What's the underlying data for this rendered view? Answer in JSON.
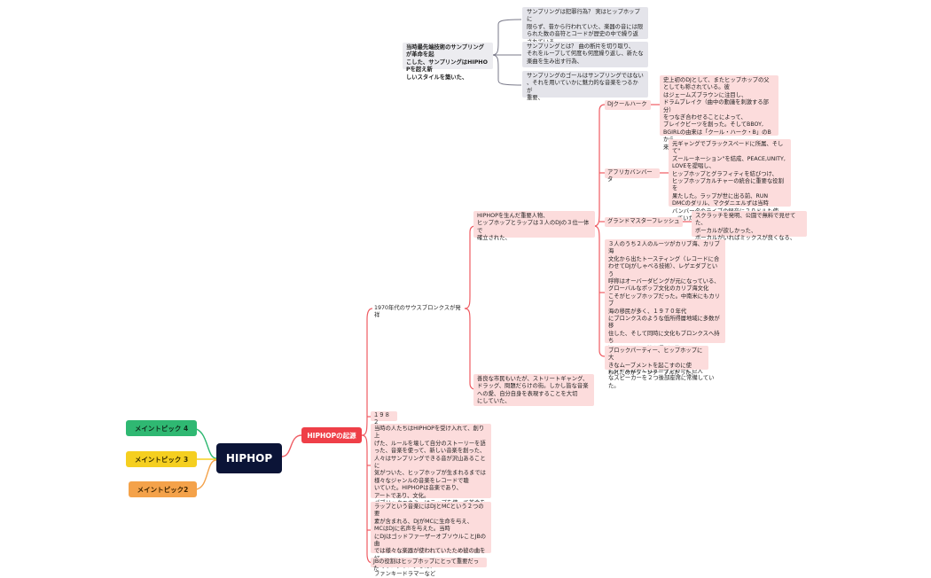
{
  "root": {
    "label": "HIPHOP"
  },
  "left_topics": [
    "メイントピック 4",
    "メイントピック 3",
    "メイントピック2"
  ],
  "main_topic": {
    "label": "HIPHOPの起源"
  },
  "nodes": {
    "sampling_main": "当時最先端技術のサンプリングが革命を起\nこした、サンプリングはHIPHOPを超え新\nしいスタイルを築いた、",
    "sampling_1": "サンプリングは犯罪行為？ 実はヒップホップに\n限らず、昔から行われていた、楽器の音には限\nられた数の音符とコードが歴史の中で繰り返\nされている、",
    "sampling_2": "サンプリングとは？ 曲の断片を切り取り、\nそれをループして何度も何度繰り返し、新たな\n楽曲を生み出す行為、",
    "sampling_3": "サンプリングのゴールはサンプリングではない\n、それを用いていかに魅力的な音楽をつるかが\n重要、",
    "bronx": "1970年代のサウスブロンクスが発祥",
    "people": "HIPHOPを生んだ重要人物、\nヒップホップとラップは３人のDJの３位一体で\n確立された、",
    "kool_herc": "DJクールハーク",
    "kool_herc_desc": "史上初のDJとして、またヒップホップの父\nとしても称されている。彼\nはジェームズブラウンに注目し、\nドラムブレイク（曲中の動議を刺激する部分）\nをつなぎ合わせることによって、\nブレイクビーツを創った。そしてBBOY,\nBGIRLの由来は「クール・ハーク・B」のBから\n来ている。",
    "bambaataa": "アフリカバンバータ",
    "bambaataa_desc": "元ギャングでブラックスペードに所属、そして\"\nズールーネーション\"を結成、PEACE,UNITY,\nLOVEを提唱し、\nヒップホップとグラフィティを結びつけ、\nヒップホップカルチャーの統合に重要な役割を\n果たした。ラップが世に出る前、RUN\nDMCのダリル、マクダニエルずは当時\nバンバータのライブの録音に２０ドルも使\nっていた。",
    "flash": "グランドマスターフレッシュ",
    "flash_desc": "スクラッチを発明、公園で無料で見せてた、\nボーカルが欲しかった、\nボーカルがいればミックスが良くなる、",
    "roots": "３人のうち２人のルーツがカリブ海、カリブ海\n文化から出たトースティング（レコードに合\nわせてDJがしゃべる技術）、レゲエダブという\n呼称はオーバーダビングが元になっている、\nグローバルなポップ文化のカリブ海文化\nこそがヒップホップだった。中南米にもカリブ\n海の移民が多く、１９７０年代\nにブロンクスのような低所得層地域に多数が移\n住した、そして同時に文化もブロンクスへ持ち\n込んだ。そして持ち運び可能\nなサウンドシステムを持ち込んだのも彼\nらとジャマイカ人だった。当時\nにクールはーくはオープンカーに巨大\nなスピーカーを２つ後部座席に常備していた。",
    "block_party": "ブロックパーティー、ヒップホップに大\nきなムーブメントを起こすのに使\nわれたのがターンテーブルだった、",
    "citizens": "善良な市民もいたが、ストリートギャング、\nドラッグ、問題だらけの街。しかし皆な音楽\nへの愛、自分自身を表現することを大切\nにしていた、",
    "year_1982": "１９８２",
    "young_people": "当時の人たちはHIPHOPを受け入れて、創り上\nげた、ルールを壊して自分のストーリーを語\nった、音楽を使って、新しい音楽を創った、\n人々はサンプリングできる音が沢山あることに\n気がついた、ヒップホップが生まれるまでは\n様々なジャンルの音楽をレコードで聴\nいていた。HIPHOPは音楽であり、\nアートであり、文化。\nパブリックエネミーはラップを使って革命を起\nこしたかった、",
    "rap_elements": "ラップという音楽にはDJとMCという２つの要\n素が含まれる、DJがMCに生命を与え、\nMCはDJに名声を与えた。当時\nにDJはゴッドファーザーオブソウルことJBの曲\nでは様々な楽器が使われていたため彼の曲を好\nんでサンプリングした、\nファンキードラマーなど",
    "jb_role": "JBの役割はヒップホップにとって重要だった"
  },
  "colors": {
    "root": "#0b1437",
    "topic_main": "#ef3f48",
    "topic4": "#2fb872",
    "topic3": "#f5cf20",
    "topic2": "#f4a24a",
    "branch_line": "#ef5b62",
    "sampling_line": "#7a7a8a",
    "pink_node": "#fcdcdc",
    "gray_node": "#e4e4ea"
  }
}
